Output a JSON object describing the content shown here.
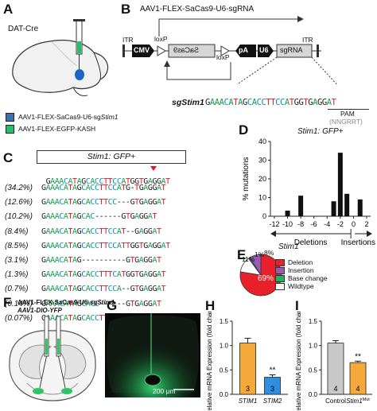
{
  "panels": {
    "A": "A",
    "B": "B",
    "C": "C",
    "D": "D",
    "E": "E",
    "F": "F",
    "G": "G",
    "H": "H",
    "I": "I"
  },
  "panelA": {
    "mouse_label": "DAT-Cre",
    "legend": [
      {
        "prefix": "AAV1-FLEX-SaCas9-U6-sg",
        "gene": "Stim1",
        "color": "#3a6fb0"
      },
      {
        "prefix": "AAV1-FLEX-EGFP-KASH",
        "gene": "",
        "color": "#22c06a"
      }
    ]
  },
  "panelB": {
    "title": "AAV1-FLEX-SaCas9-U6-sgRNA",
    "elements": [
      "ITR",
      "CMV",
      "SaCas9",
      "pA",
      "U6",
      "sgRNA",
      "ITR"
    ],
    "loxp_top": "loxP",
    "loxp_bottom": "loxP",
    "pam_label": "PAM",
    "pam_seq": "(NNGRRT)",
    "sg_label": "sgStim1",
    "sg_seq": "GAAACATAGCACCTTCCATGGTGAGGAT"
  },
  "panelC": {
    "header": "Stim1: GFP+",
    "reference": "GAAACATAGCACCTTCCATGGTGAGGAT",
    "rows": [
      {
        "pct": "(34.2%)",
        "seq": "GAAACATAGCACCTTCCATG-TGAGGAT"
      },
      {
        "pct": "(12.6%)",
        "seq": "GAAACATAGCACCTTCC---GTGAGGAT"
      },
      {
        "pct": "(10.2%)",
        "seq": "GAAACATAGCAC------GTGAGGAT"
      },
      {
        "pct": "(8.4%)",
        "seq": "GAAACATAGCACCTTCCAT--GAGGAT"
      },
      {
        "pct": "(8.5%)",
        "seq": "GAAACATAGCACCTTCCATTGGTGAGGAT"
      },
      {
        "pct": "(3.1%)",
        "seq": "GAAACATAG----------GTGAGGAT"
      },
      {
        "pct": "(1.3%)",
        "seq": "GAAACATAGCACCTTTCATGGTGAGGAT"
      },
      {
        "pct": "(0.7%)",
        "seq": "GAAACATAGCACCTTCCA--GTGAGGAT"
      },
      {
        "pct": "(0.14%)",
        "seq": "GAAACATAGCACC------GTGAGGAT"
      },
      {
        "pct": "(0.07%)",
        "seq": "GAAACATAGCACCTTC--------GAT"
      }
    ]
  },
  "chart_data": [
    {
      "type": "bar",
      "panel": "D",
      "title": "Stim1: GFP+",
      "ylabel": "% mutations",
      "xlabel_left": "Deletions",
      "xlabel_right": "Insertions",
      "x": [
        -12,
        -11,
        -10,
        -9,
        -8,
        -7,
        -6,
        -5,
        -4,
        -3,
        -2,
        -1,
        0,
        1,
        2
      ],
      "values": [
        0,
        0,
        3,
        0,
        11,
        0,
        0,
        0,
        0,
        8,
        34,
        12,
        0,
        9,
        0
      ],
      "xticks": [
        -12,
        -10,
        -8,
        -6,
        -4,
        -2,
        0,
        2
      ],
      "yticks": [
        0,
        10,
        20,
        30,
        40
      ],
      "ylim": [
        0,
        40
      ]
    },
    {
      "type": "pie",
      "panel": "E",
      "title": "Stim1",
      "slices": [
        {
          "name": "Deletion",
          "value": 69,
          "label": "69%",
          "color": "#e8202a"
        },
        {
          "name": "Insertion",
          "value": 8,
          "label": "8%",
          "color": "#9b59b6"
        },
        {
          "name": "Base change",
          "value": 1,
          "label": "1%",
          "color": "#22b35a"
        },
        {
          "name": "Wildtype",
          "value": 11,
          "label": "11%",
          "color": "#ffffff"
        }
      ]
    },
    {
      "type": "bar",
      "panel": "H",
      "ylabel": "Relative mRNA Expression (fold change)",
      "categories": [
        "STIM1",
        "STIM2"
      ],
      "values": [
        1.05,
        0.35
      ],
      "errors": [
        0.1,
        0.05
      ],
      "n": [
        "3",
        "3"
      ],
      "significance": [
        "",
        "**"
      ],
      "colors": [
        "#f6a93b",
        "#2e8ee0"
      ],
      "yticks": [
        "0.0",
        "0.5",
        "1.0",
        "1.5"
      ],
      "ylim": [
        0,
        1.5
      ]
    },
    {
      "type": "bar",
      "panel": "I",
      "ylabel": "Relative mRNA Expression (fold change)",
      "categories": [
        "Control",
        "Stim1Mut"
      ],
      "values": [
        1.05,
        0.65
      ],
      "errors": [
        0.05,
        0.03
      ],
      "n": [
        "4",
        "4"
      ],
      "significance": [
        "",
        "**"
      ],
      "colors": [
        "#c8c8c8",
        "#f6a93b"
      ],
      "yticks": [
        "0.0",
        "0.5",
        "1.0",
        "1.5"
      ],
      "ylim": [
        0,
        1.5
      ]
    }
  ],
  "panelE_legend": [
    {
      "label": "Deletion",
      "color": "#e8202a"
    },
    {
      "label": "Insertion",
      "color": "#9b59b6"
    },
    {
      "label": "Base change",
      "color": "#22b35a"
    },
    {
      "label": "Wildtype",
      "color": "#ffffff"
    }
  ],
  "panelF": {
    "line1_prefix": "AAV1-FLEX-SaCas9-U6-sg",
    "line1_gene": "Stim1",
    "line2": "AAV1-DIO-YFP"
  },
  "panelG": {
    "scale": "200 µm"
  },
  "panelI": {
    "mut_base": "Stim1",
    "mut_sup": "Mut"
  }
}
